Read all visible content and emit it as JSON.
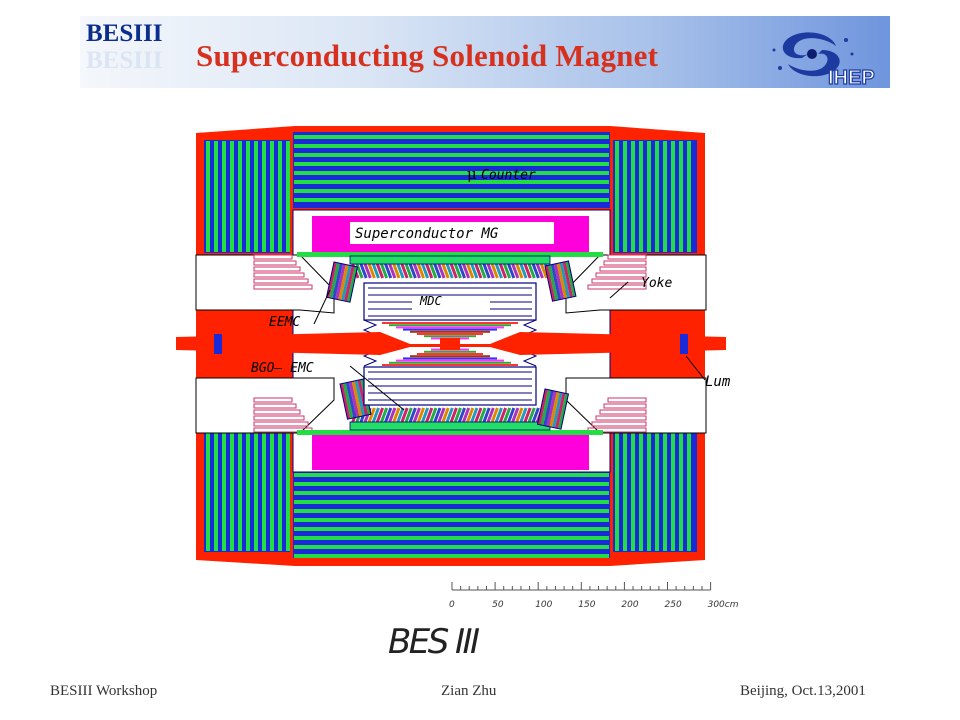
{
  "header": {
    "brand": "BESIII",
    "title": "Superconducting Solenoid Magnet",
    "logo_text": "IHEP",
    "logo_icon": "ihep-logo-icon"
  },
  "diagram": {
    "labels": {
      "mu_counter_symbol": "μ",
      "mu_counter": "Counter",
      "superconductor": "Superconductor MG",
      "mdc": "MDC",
      "yoke": "Yoke",
      "eemc": "EEMC",
      "bgo_emc": "BGO– EMC",
      "lum": "Lum"
    },
    "scale_ticks": [
      "0",
      "50",
      "100",
      "150",
      "200",
      "250",
      "300cm"
    ],
    "detector_name": "BES III",
    "colors": {
      "yoke": "#ff2200",
      "muon_green": "#22dd44",
      "muon_blue": "#1a2ad8",
      "magnet": "#ff00dd",
      "outline": "#000080"
    }
  },
  "footer": {
    "left": "BESIII Workshop",
    "center": "Zian Zhu",
    "right": "Beijing, Oct.13,2001"
  }
}
